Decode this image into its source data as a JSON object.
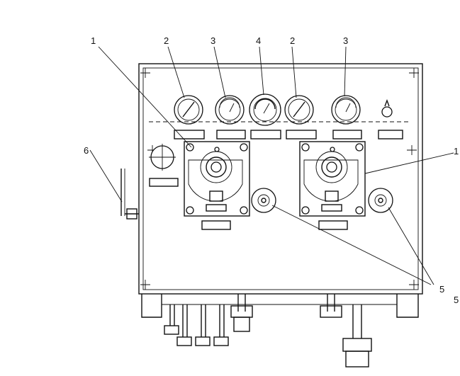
{
  "labels": {
    "l1_left": "1",
    "l2_a": "2",
    "l3_a": "3",
    "l4": "4",
    "l2_b": "2",
    "l3_b": "3",
    "l6": "6",
    "l1_right": "1",
    "l5_a": "5",
    "l5_b": "5"
  },
  "colors": {
    "ink": "#111111",
    "paper": "#ffffff"
  }
}
